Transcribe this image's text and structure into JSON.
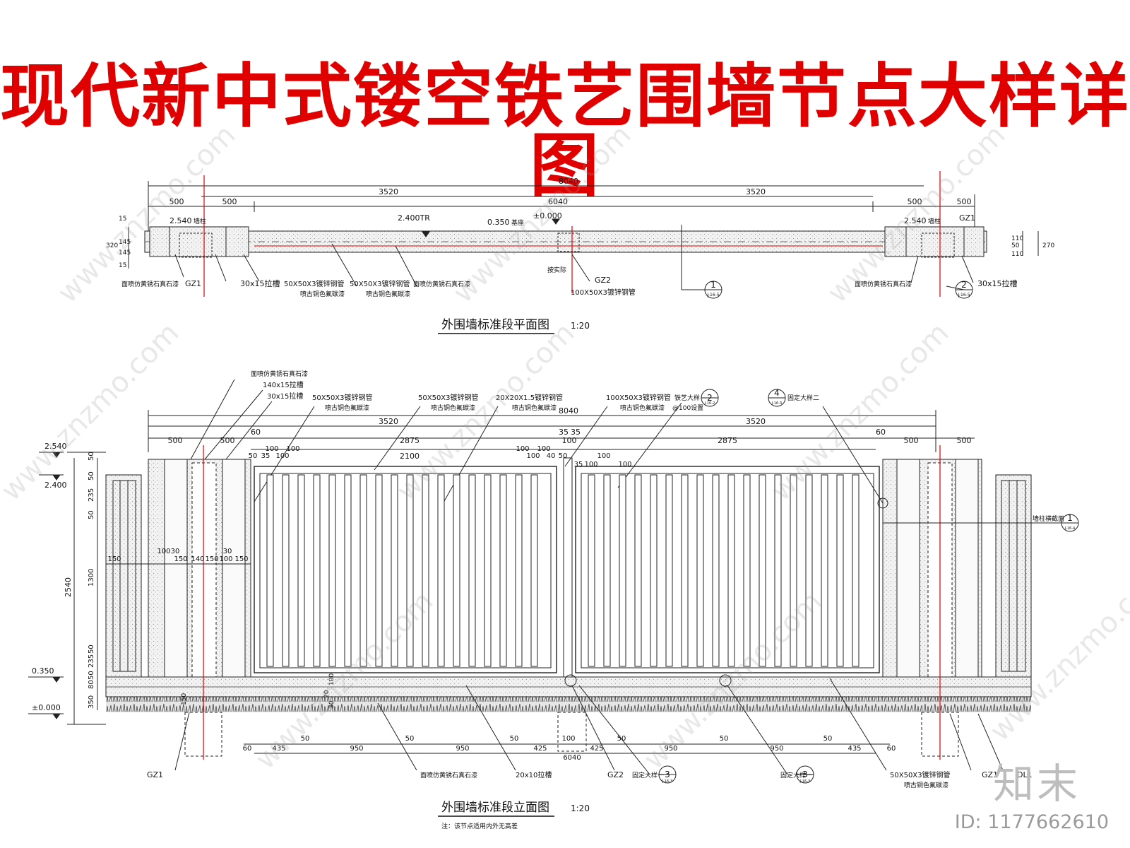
{
  "title": "现代新中式镂空铁艺围墙节点大样详图",
  "plan": {
    "caption": "外围墙标准段平面图",
    "scale": "1:20",
    "dims_top": {
      "total": "8040",
      "left": "3520",
      "right": "3520",
      "mid": "6040",
      "p500a": "500",
      "p500b": "500",
      "p500c": "500",
      "p500d": "500"
    },
    "elev_labels": [
      "2.540",
      "2.400TR",
      "0.350",
      "±0.000",
      "2.540"
    ],
    "small_labels": [
      "墙柱",
      "基座",
      "墙柱",
      "GZ1"
    ],
    "side_dims_left": [
      "15",
      "145",
      "145",
      "15",
      "320"
    ],
    "side_dims_right": [
      "110",
      "50",
      "110",
      "270"
    ],
    "callouts": [
      "面喷仿黄锈石真石漆",
      "GZ1",
      "30x15拉槽",
      "50X50X3镀锌钢管",
      "喷古铜色氟碳漆",
      "50X50X3镀锌钢管",
      "喷古铜色氟碳漆",
      "面喷仿黄锈石真石漆",
      "按实际",
      "GZ2",
      "100X50X3镀锌钢管",
      "面喷仿黄锈石真石漆",
      "30x15拉槽"
    ],
    "detail_refs": [
      {
        "num": "1",
        "sheet": "J-16-5"
      },
      {
        "num": "2",
        "sheet": "J-16-5"
      }
    ]
  },
  "elevation": {
    "caption": "外围墙标准段立面图",
    "scale": "1:20",
    "note": "注：该节点适用内外无高差",
    "top_callouts": [
      "面喷仿黄锈石真石漆",
      "140x15拉槽",
      "30x15拉槽",
      "50X50X3镀锌钢管",
      "喷古铜色氟碳漆",
      "50X50X3镀锌钢管",
      "喷古铜色氟碳漆",
      "20X20X1.5镀锌钢管",
      "喷古铜色氟碳漆",
      "100X50X3镀锌钢管",
      "喷古铜色氟碳漆",
      "铁艺大样",
      "@100设置",
      "固定大样二"
    ],
    "top_refs": [
      {
        "num": "2",
        "sheet": "J-16-2"
      },
      {
        "num": "4",
        "sheet": "J-16-3"
      }
    ],
    "dims_top": {
      "total": "8040",
      "left": "3520",
      "right": "3520",
      "p500a": "500",
      "p500b": "500",
      "p500c": "500",
      "p500d": "500",
      "p2875a": "2875",
      "p2875b": "2875",
      "p2100": "2100",
      "p60a": "60",
      "p60b": "60",
      "p35a": "35",
      "p35b": "35",
      "p100c": "100"
    },
    "dims_small": [
      "50",
      "35",
      "100",
      "100",
      "100",
      "100",
      "100",
      "100",
      "40",
      "50",
      "35",
      "100",
      "100",
      "100"
    ],
    "left_elev": [
      "2.540",
      "2.400",
      "0.350",
      "±0.000"
    ],
    "left_dims": [
      "50",
      "50",
      "235",
      "50",
      "1300",
      "50",
      "235",
      "50",
      "80",
      "350",
      "2540"
    ],
    "column_dims": [
      "150",
      "100",
      "30",
      "150",
      "140",
      "150",
      "100",
      "30",
      "150"
    ],
    "base_dims": [
      "60",
      "435",
      "50",
      "950",
      "50",
      "950",
      "50",
      "425",
      "100",
      "425",
      "50",
      "950",
      "50",
      "950",
      "50",
      "435",
      "60",
      "6040"
    ],
    "inner_dims": [
      "100",
      "20",
      "30",
      "150"
    ],
    "right_ref": {
      "label": "墙柱横截面",
      "num": "1",
      "sheet": "J-16-4"
    },
    "bottom_callouts": [
      "GZ1",
      "面喷仿黄锈石真石漆",
      "20x10拉槽",
      "GZ2",
      "固定大样一",
      "固定大样一",
      "50X50X3镀锌钢管",
      "喷古铜色氟碳漆",
      "GZ1",
      "DL1"
    ],
    "bottom_refs": [
      {
        "num": "3",
        "sheet": "J-16-3"
      },
      {
        "num": "3",
        "sheet": "J-16-3"
      }
    ]
  },
  "watermark_text": "www.znzmo.com",
  "logo_text": "知末",
  "image_id": "ID: 1177662610"
}
